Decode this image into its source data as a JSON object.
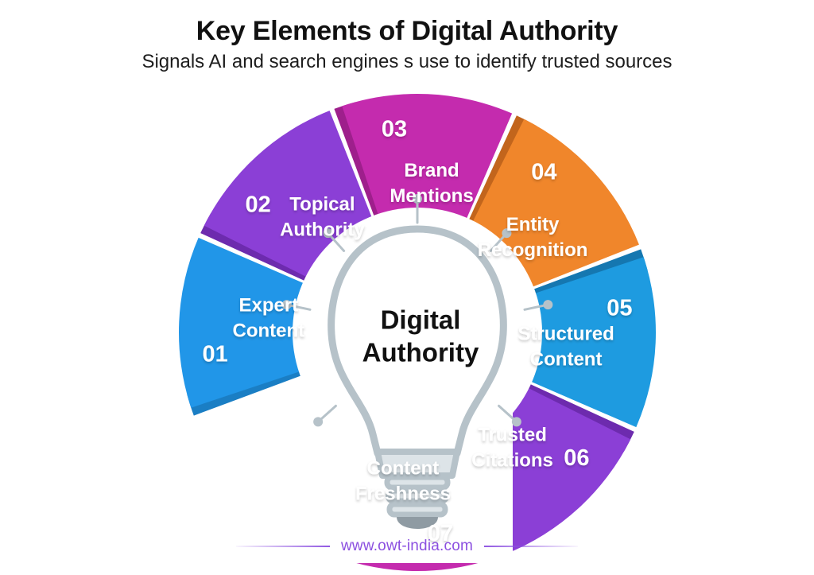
{
  "header": {
    "title": "Key Elements of Digital Authority",
    "subtitle": "Signals AI and search engines s use to identify trusted sources"
  },
  "center": {
    "line1": "Digital",
    "line2": "Authority",
    "icon": "lightbulb-icon"
  },
  "footer": {
    "url": "www.owt-india.com",
    "accent_color": "#8b4fe0"
  },
  "chart_data": {
    "type": "pie",
    "title": "Key Elements of Digital Authority",
    "subtitle": "Signals AI and search engines s use to identify trusted sources",
    "center_text": "Digital Authority",
    "legend": "none",
    "segments": [
      {
        "number": "01",
        "label_line1": "Expert",
        "label_line2": "Content",
        "color": "#2196e8",
        "shadow_color": "#1a7ec4",
        "start_angle": 160,
        "end_angle": 205
      },
      {
        "number": "02",
        "label_line1": "Topical",
        "label_line2": "Authority",
        "color": "#8b3fd6",
        "shadow_color": "#6d2bae",
        "start_angle": 205,
        "end_angle": 250
      },
      {
        "number": "03",
        "label_line1": "Brand",
        "label_line2": "Mentions",
        "color": "#c42bae",
        "shadow_color": "#9e1f8c",
        "start_angle": 250,
        "end_angle": 295
      },
      {
        "number": "04",
        "label_line1": "Entity",
        "label_line2": "Recognition",
        "color": "#f0862b",
        "shadow_color": "#c2651c",
        "start_angle": 295,
        "end_angle": 340
      },
      {
        "number": "05",
        "label_line1": "Structured",
        "label_line2": "Content",
        "color": "#1e9be0",
        "shadow_color": "#1577b0",
        "start_angle": 340,
        "end_angle": 385
      },
      {
        "number": "06",
        "label_line1": "Trusted",
        "label_line2": "Citations",
        "color": "#8b3fd6",
        "shadow_color": "#6d2bae",
        "start_angle": 385,
        "end_angle": 430
      },
      {
        "number": "07",
        "label_line1": "Content",
        "label_line2": "Freshness",
        "color": "#c42bae",
        "shadow_color": "#9e1f8c",
        "start_angle": 430,
        "end_angle": 475
      }
    ]
  }
}
